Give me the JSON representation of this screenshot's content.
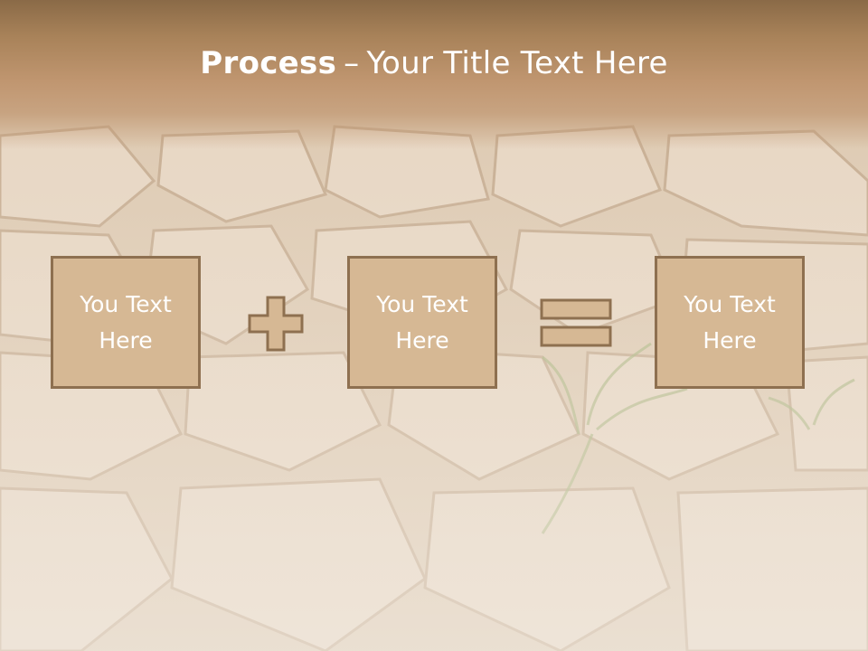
{
  "slide": {
    "title_bold": "Process",
    "title_separator": "–",
    "title_rest": "Your Title Text Here"
  },
  "boxes": [
    {
      "line1": "You Text",
      "line2": "Here"
    },
    {
      "line1": "You Text",
      "line2": "Here"
    },
    {
      "line1": "You Text",
      "line2": "Here"
    }
  ],
  "operators": {
    "first": "plus-icon",
    "second": "equals-icon"
  },
  "colors": {
    "title_band": "#a88259",
    "box_fill": "#d6b894",
    "box_border": "#8e7050",
    "operator_fill": "#d6b894",
    "operator_border": "#8e7050",
    "text": "#ffffff"
  }
}
